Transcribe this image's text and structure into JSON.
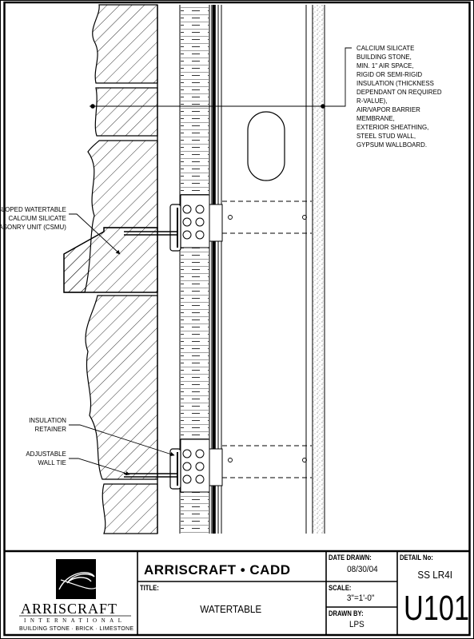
{
  "notes": {
    "materials": [
      "CALCIUM SILICATE",
      "BUILDING STONE,",
      "MIN. 1\" AIR SPACE,",
      "RIGID OR SEMI-RIGID",
      "INSULATION (THICKNESS",
      "DEPENDANT ON REQUIRED",
      "R-VALUE),",
      "AIR/VAPOR BARRIER",
      "MEMBRANE,",
      "EXTERIOR SHEATHING,",
      "STEEL STUD WALL,",
      "GYPSUM WALLBOARD."
    ],
    "watertable": [
      "SLOPED WATERTABLE",
      "CALCIUM SILICATE",
      "MASONRY UNIT (CSMU)"
    ],
    "retainer": [
      "INSULATION",
      "RETAINER"
    ],
    "tie": [
      "ADJUSTABLE",
      "WALL TIE"
    ]
  },
  "title_block": {
    "logo": {
      "name": "ARRISCRAFT",
      "subline": "INTERNATIONAL",
      "tagline": "BUILDING STONE · BRICK · LIMESTONE"
    },
    "brand": "ARRISCRAFT • CADD",
    "title_label": "TITLE:",
    "title_value": "WATERTABLE",
    "date_label": "DATE DRAWN:",
    "date_value": "08/30/04",
    "scale_label": "SCALE:",
    "scale_value": "3\"=1'-0\"",
    "drawn_label": "DRAWN BY:",
    "drawn_value": "LPS",
    "detail_label": "DETAIL No:",
    "detail_series": "SS LR4I",
    "detail_code": "U101"
  }
}
